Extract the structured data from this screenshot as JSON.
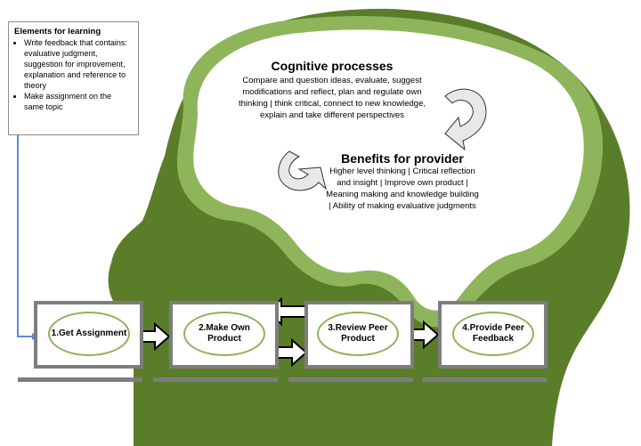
{
  "elements_for_learning": {
    "heading": "Elements for learning",
    "items": [
      "Write feedback that contains: evaluative judgment, suggestion for improvement, explanation and reference to theory",
      "Make assignment on the same topic"
    ]
  },
  "cognitive": {
    "title": "Cognitive processes",
    "body": "Compare and question ideas, evaluate, suggest modifications and reflect, plan and regulate own thinking | think critical, connect to new knowledge, explain and take different perspectives"
  },
  "benefits": {
    "title": "Benefits for provider",
    "body": "Higher level thinking | Critical reflection and insight | Improve own product | Meaning making and knowledge building | Ability of making evaluative judgments"
  },
  "steps": [
    {
      "label": "1.Get Assignment"
    },
    {
      "label": "2.Make Own Product"
    },
    {
      "label": "3.Review Peer Product"
    },
    {
      "label": "4.Provide Peer Feedback"
    }
  ],
  "colors": {
    "head_dark": "#5a7d2a",
    "head_light": "#7fa64a",
    "laptop": "#7d7d7d",
    "oval": "#8cb45a",
    "connector": "#5b8ed1"
  }
}
